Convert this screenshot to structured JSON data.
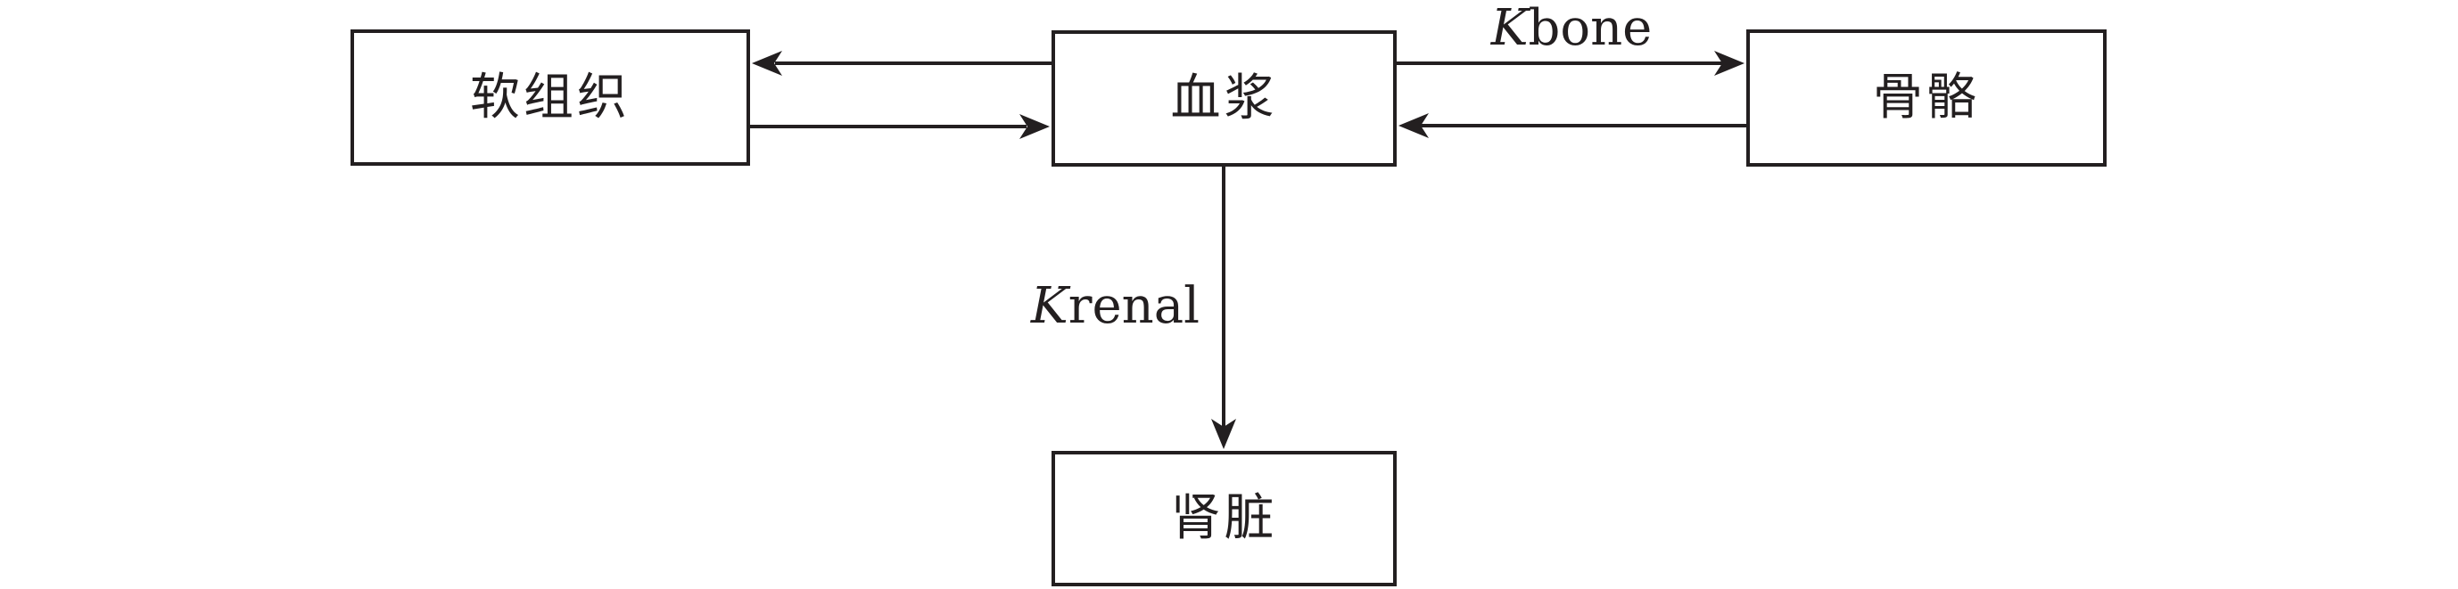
{
  "diagram": {
    "type": "compartment-model",
    "nodes": {
      "soft_tissue": {
        "label": "软组织"
      },
      "plasma": {
        "label": "血浆"
      },
      "bone": {
        "label": "骨骼"
      },
      "kidney": {
        "label": "肾脏"
      }
    },
    "edges": {
      "plasma_soft_tissue": {
        "direction": "bidirectional",
        "label": ""
      },
      "plasma_bone": {
        "direction": "bidirectional",
        "k": "K",
        "rest": "bone"
      },
      "plasma_kidney": {
        "direction": "one-way-down",
        "k": "K",
        "rest": "renal"
      }
    },
    "colors": {
      "line": "#231f20",
      "background": "#ffffff"
    }
  }
}
